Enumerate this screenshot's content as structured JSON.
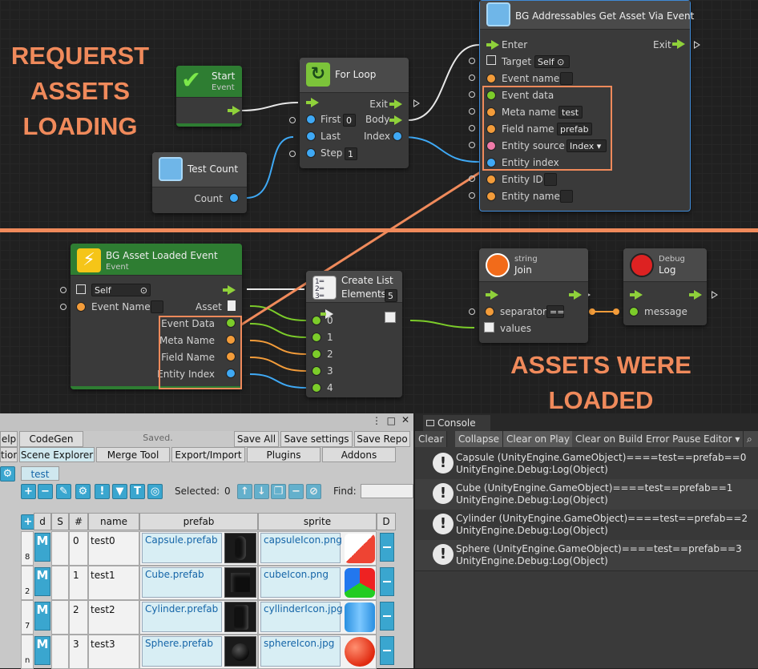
{
  "annotations": {
    "request_line1": "REQUERST",
    "request_line2": "ASSETS",
    "request_line3": "LOADING",
    "loaded_line1": "ASSETS WERE",
    "loaded_line2": "LOADED"
  },
  "nodes": {
    "start": {
      "title": "Start",
      "subtitle": "Event"
    },
    "for_loop": {
      "title": "For Loop",
      "exit": "Exit",
      "first": "First",
      "first_val": "0",
      "body": "Body",
      "last": "Last",
      "index": "Index",
      "step": "Step",
      "step_val": "1"
    },
    "test_count": {
      "title": "Test Count",
      "count": "Count"
    },
    "get_asset": {
      "title": "BG Addressables Get Asset Via Event",
      "enter": "Enter",
      "exit": "Exit",
      "target": "Target",
      "target_val": "Self",
      "event_name": "Event name",
      "event_data": "Event  data",
      "meta_name": "Meta  name",
      "meta_val": "test",
      "field_name": "Field  name",
      "field_val": "prefab",
      "entity_source": "Entity  source",
      "entity_source_val": "Index",
      "entity_index": "Entity  index",
      "entity_id": "Entity  ID",
      "entity_name": "Entity  name"
    },
    "loaded_event": {
      "title": "BG Asset Loaded Event",
      "subtitle": "Event",
      "self": "Self",
      "event_name": "Event Name",
      "asset": "Asset",
      "event_data": "Event Data",
      "meta_name": "Meta Name",
      "field_name": "Field Name",
      "entity_index": "Entity Index"
    },
    "create_list": {
      "title_line1": "Create List",
      "title_line2": "Elements",
      "count": "5",
      "items": [
        "0",
        "1",
        "2",
        "3",
        "4"
      ]
    },
    "join": {
      "subtitle": "string",
      "title": "Join",
      "separator": "separator",
      "sep_val": "==",
      "values": "values"
    },
    "log": {
      "subtitle": "Debug",
      "title": "Log",
      "message": "message"
    }
  },
  "editor": {
    "tabs_row1": [
      "elp",
      "CodeGen",
      "Saved.",
      "Save All",
      "Save settings",
      "Save Repo"
    ],
    "tabs_row2": [
      "tion",
      "Scene Explorer",
      "Merge Tool",
      "Export/Import",
      "Plugins",
      "Addons"
    ],
    "meta_tab": "test",
    "selected_label": "Selected:",
    "selected_count": "0",
    "find_label": "Find:",
    "columns": [
      "d",
      "S",
      "#",
      "name",
      "prefab",
      "sprite",
      "D"
    ],
    "rows": [
      {
        "id": "8",
        "num": "0",
        "name": "test0",
        "prefab": "Capsule.prefab",
        "sprite": "capsuleIcon.png"
      },
      {
        "id": "2",
        "num": "1",
        "name": "test1",
        "prefab": "Cube.prefab",
        "sprite": "cubeIcon.png"
      },
      {
        "id": "7",
        "num": "2",
        "name": "test2",
        "prefab": "Cylinder.prefab",
        "sprite": "cyllinderIcon.jpg"
      },
      {
        "id": "n",
        "num": "3",
        "name": "test3",
        "prefab": "Sphere.prefab",
        "sprite": "sphereIcon.jpg"
      }
    ],
    "m_label": "M"
  },
  "console": {
    "tab": "Console",
    "buttons": [
      "Clear",
      "Collapse",
      "Clear on Play",
      "Clear on Build",
      "Error Pause",
      "Editor"
    ],
    "logs": [
      {
        "line1": "Capsule (UnityEngine.GameObject)====test==prefab==0",
        "line2": "UnityEngine.Debug:Log(Object)"
      },
      {
        "line1": "Cube (UnityEngine.GameObject)====test==prefab==1",
        "line2": "UnityEngine.Debug:Log(Object)"
      },
      {
        "line1": "Cylinder (UnityEngine.GameObject)====test==prefab==2",
        "line2": "UnityEngine.Debug:Log(Object)"
      },
      {
        "line1": "Sphere (UnityEngine.GameObject)====test==prefab==3",
        "line2": "UnityEngine.Debug:Log(Object)"
      }
    ]
  },
  "colors": {
    "annotation": "#f08a5b",
    "flow": "#8fd13a",
    "pin_orange": "#f39c3a",
    "pin_green": "#7ccc2a",
    "pin_blue": "#3fa9f5",
    "pin_pink": "#f07aa8"
  }
}
